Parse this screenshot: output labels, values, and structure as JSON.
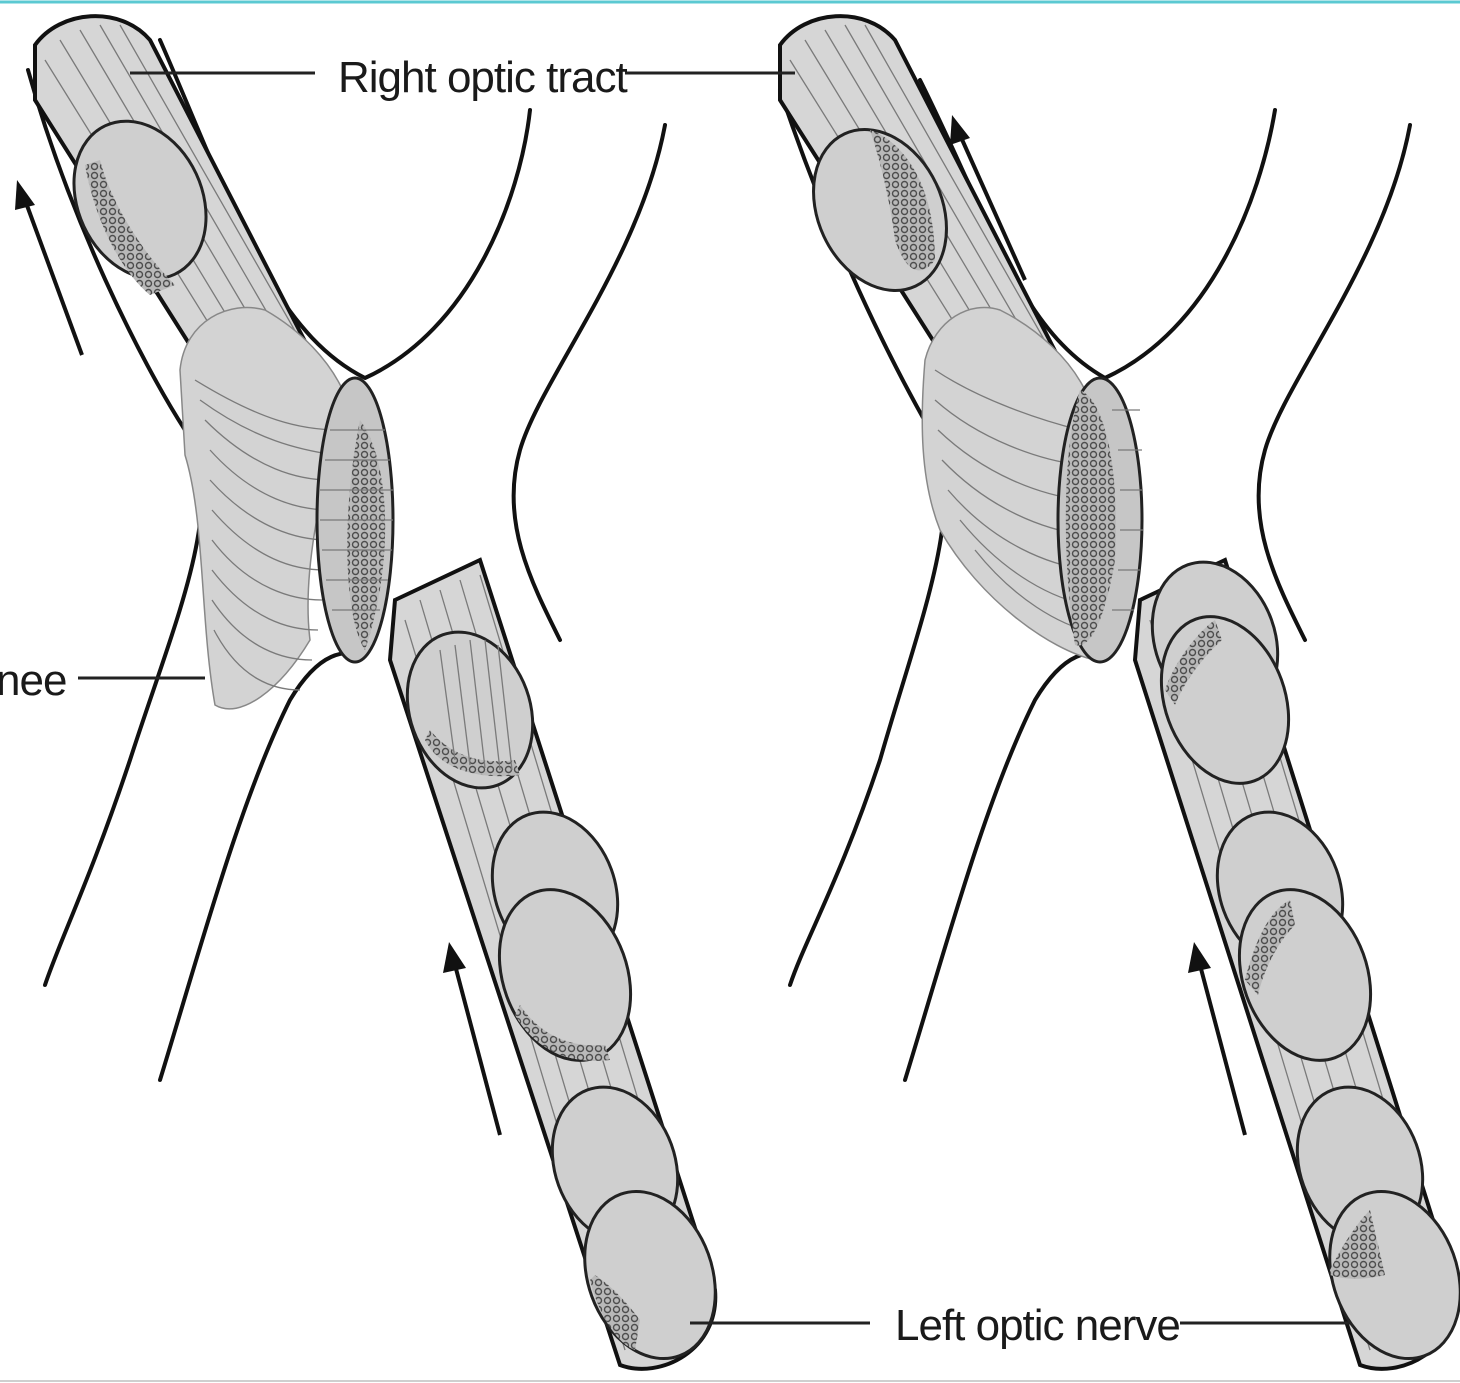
{
  "labels": {
    "right_optic_tract": "Right optic tract",
    "left_optic_nerve": "Left optic nerve",
    "knee_partial": "nee"
  },
  "colors": {
    "top_rule": "#5bc9d2",
    "outline": "#111111",
    "fill": "#d6d6d6",
    "fiber": "#7a7a7a"
  }
}
